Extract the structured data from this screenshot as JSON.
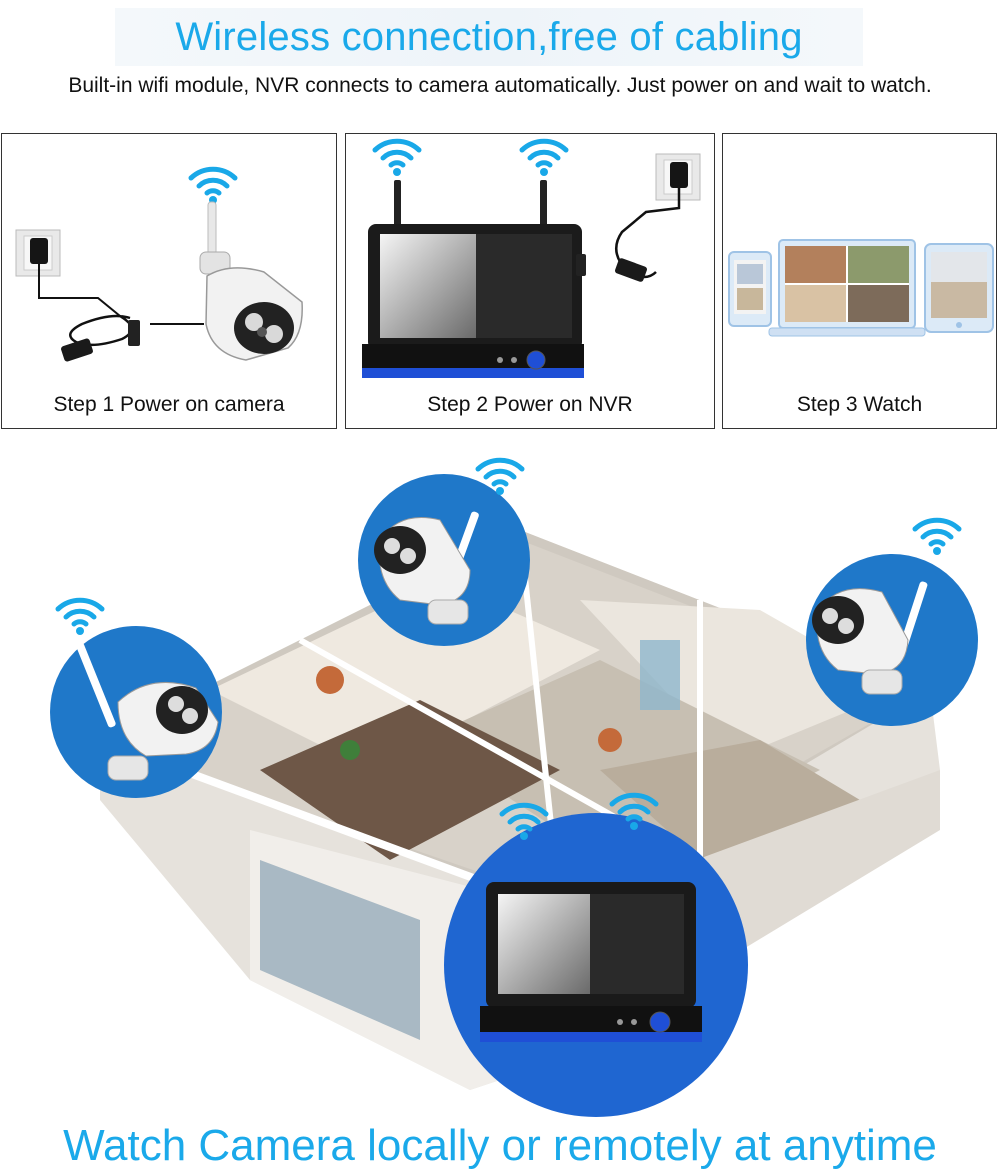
{
  "header": {
    "title": "Wireless connection,free of cabling",
    "subtitle": "Built-in wifi module, NVR connects to camera automatically. Just power on and wait to watch."
  },
  "steps": [
    {
      "label": "Step 1 Power on camera"
    },
    {
      "label": "Step 2 Power on NVR"
    },
    {
      "label": "Step 3 Watch"
    }
  ],
  "footer": {
    "text": "Watch Camera locally or remotely at anytime"
  },
  "colors": {
    "accent": "#1aa9ea",
    "circle_blue": "#1f78c9",
    "nvr_blue": "#1f4fd6"
  },
  "icons": [
    "wifi-icon",
    "power-adapter-icon",
    "camera-icon",
    "nvr-monitor-icon",
    "phone-icon",
    "laptop-icon",
    "tablet-icon"
  ]
}
